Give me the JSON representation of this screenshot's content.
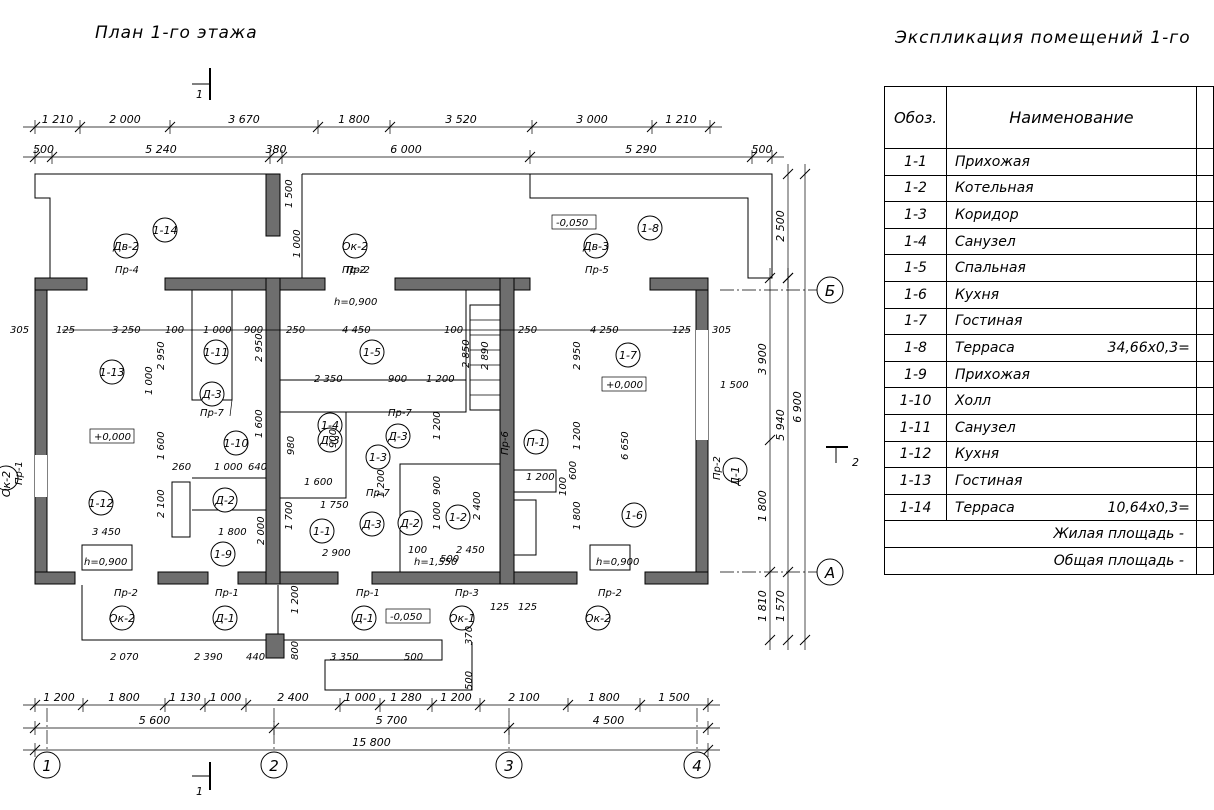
{
  "plan": {
    "title": "План 1-го этажа",
    "section_mark": "1",
    "section_mark_2": "2",
    "dims_top1": [
      "1 210",
      "2 000",
      "3 670",
      "1 800",
      "3 520",
      "3 000",
      "1 210"
    ],
    "dims_top2": [
      "500",
      "5 240",
      "380",
      "6 000",
      "5 290",
      "500"
    ],
    "dims_bottom1": [
      "1 200",
      "1 800",
      "1 130",
      "1 000",
      "2 400",
      "1 000",
      "1 280",
      "1 200",
      "2 100",
      "1 800",
      "1 500"
    ],
    "dims_bottom2": [
      "5 600",
      "5 700",
      "4 500"
    ],
    "dim_total": "15 800",
    "dims_right": [
      "2 500",
      "3 900",
      "5 940",
      "6 900",
      "1 800",
      "1 810",
      "1 570"
    ],
    "axes": [
      "1",
      "2",
      "3",
      "4",
      "Б",
      "А"
    ],
    "rooms": [
      "1-1",
      "1-2",
      "1-3",
      "1-4",
      "1-5",
      "1-6",
      "1-7",
      "1-8",
      "1-9",
      "1-10",
      "1-11",
      "1-12",
      "1-13",
      "1-14"
    ],
    "openings": [
      "Дв-2",
      "Дв-3",
      "Ок-2",
      "Ок-2",
      "Ок-2",
      "Ок-2",
      "Ок-1",
      "Д-1",
      "Д-1",
      "Д-1",
      "Д-2",
      "Д-2",
      "Д-3",
      "Д-3",
      "Д-3",
      "Д-3",
      "П-1"
    ],
    "levels": [
      "-0,050",
      "+0,000",
      "+0,000",
      "-0,050"
    ],
    "heights": [
      "h=0,900",
      "h=0,900",
      "h=0,900",
      "h=1,550"
    ],
    "passages": [
      "Пр-4",
      "Пр-2",
      "Пр-5",
      "Пр-1",
      "Пр-7",
      "Пр-7",
      "Пр-7",
      "Пр-6",
      "Пр-2",
      "Пр-2",
      "Пр-2",
      "Пр-1",
      "Пр-1",
      "Пр-3",
      "Пр-2"
    ],
    "inner_dims": [
      "305",
      "125",
      "3 250",
      "100",
      "1 000",
      "900",
      "250",
      "4 450",
      "100",
      "250",
      "4 250",
      "125",
      "305",
      "2 950",
      "1 000",
      "1 600",
      "2 100",
      "3 450",
      "1 800",
      "2 000",
      "260",
      "1 000",
      "640",
      "1 600",
      "2 950",
      "2 350",
      "900",
      "1 200",
      "2 850",
      "2 890",
      "1 200",
      "1 750",
      "1 700",
      "2 900",
      "1 200",
      "2 450",
      "100",
      "500",
      "6 650",
      "2 950",
      "1 200",
      "1 800",
      "1 200",
      "600",
      "100",
      "1 500",
      "2 070",
      "2 390",
      "440",
      "800",
      "3 350",
      "500",
      "1 200",
      "125",
      "125",
      "370",
      "500",
      "980",
      "900",
      "900",
      "1 000",
      "2 400",
      "1 600",
      "1 500",
      "1 000"
    ]
  },
  "table": {
    "title": "Экспликация помещений 1-го",
    "col_code": "Обоз.",
    "col_name": "Наименование",
    "rows": [
      {
        "code": "1-1",
        "name": "Прихожая",
        "extra": ""
      },
      {
        "code": "1-2",
        "name": "Котельная",
        "extra": ""
      },
      {
        "code": "1-3",
        "name": "Коридор",
        "extra": ""
      },
      {
        "code": "1-4",
        "name": "Санузел",
        "extra": ""
      },
      {
        "code": "1-5",
        "name": "Спальная",
        "extra": ""
      },
      {
        "code": "1-6",
        "name": "Кухня",
        "extra": ""
      },
      {
        "code": "1-7",
        "name": "Гостиная",
        "extra": ""
      },
      {
        "code": "1-8",
        "name": "Терраса",
        "extra": "34,66х0,3="
      },
      {
        "code": "1-9",
        "name": "Прихожая",
        "extra": ""
      },
      {
        "code": "1-10",
        "name": "Холл",
        "extra": ""
      },
      {
        "code": "1-11",
        "name": "Санузел",
        "extra": ""
      },
      {
        "code": "1-12",
        "name": "Кухня",
        "extra": ""
      },
      {
        "code": "1-13",
        "name": "Гостиная",
        "extra": ""
      },
      {
        "code": "1-14",
        "name": "Терраса",
        "extra": "10,64х0,3="
      }
    ],
    "footer_living": "Жилая площадь -",
    "footer_total": "Общая площадь -"
  }
}
